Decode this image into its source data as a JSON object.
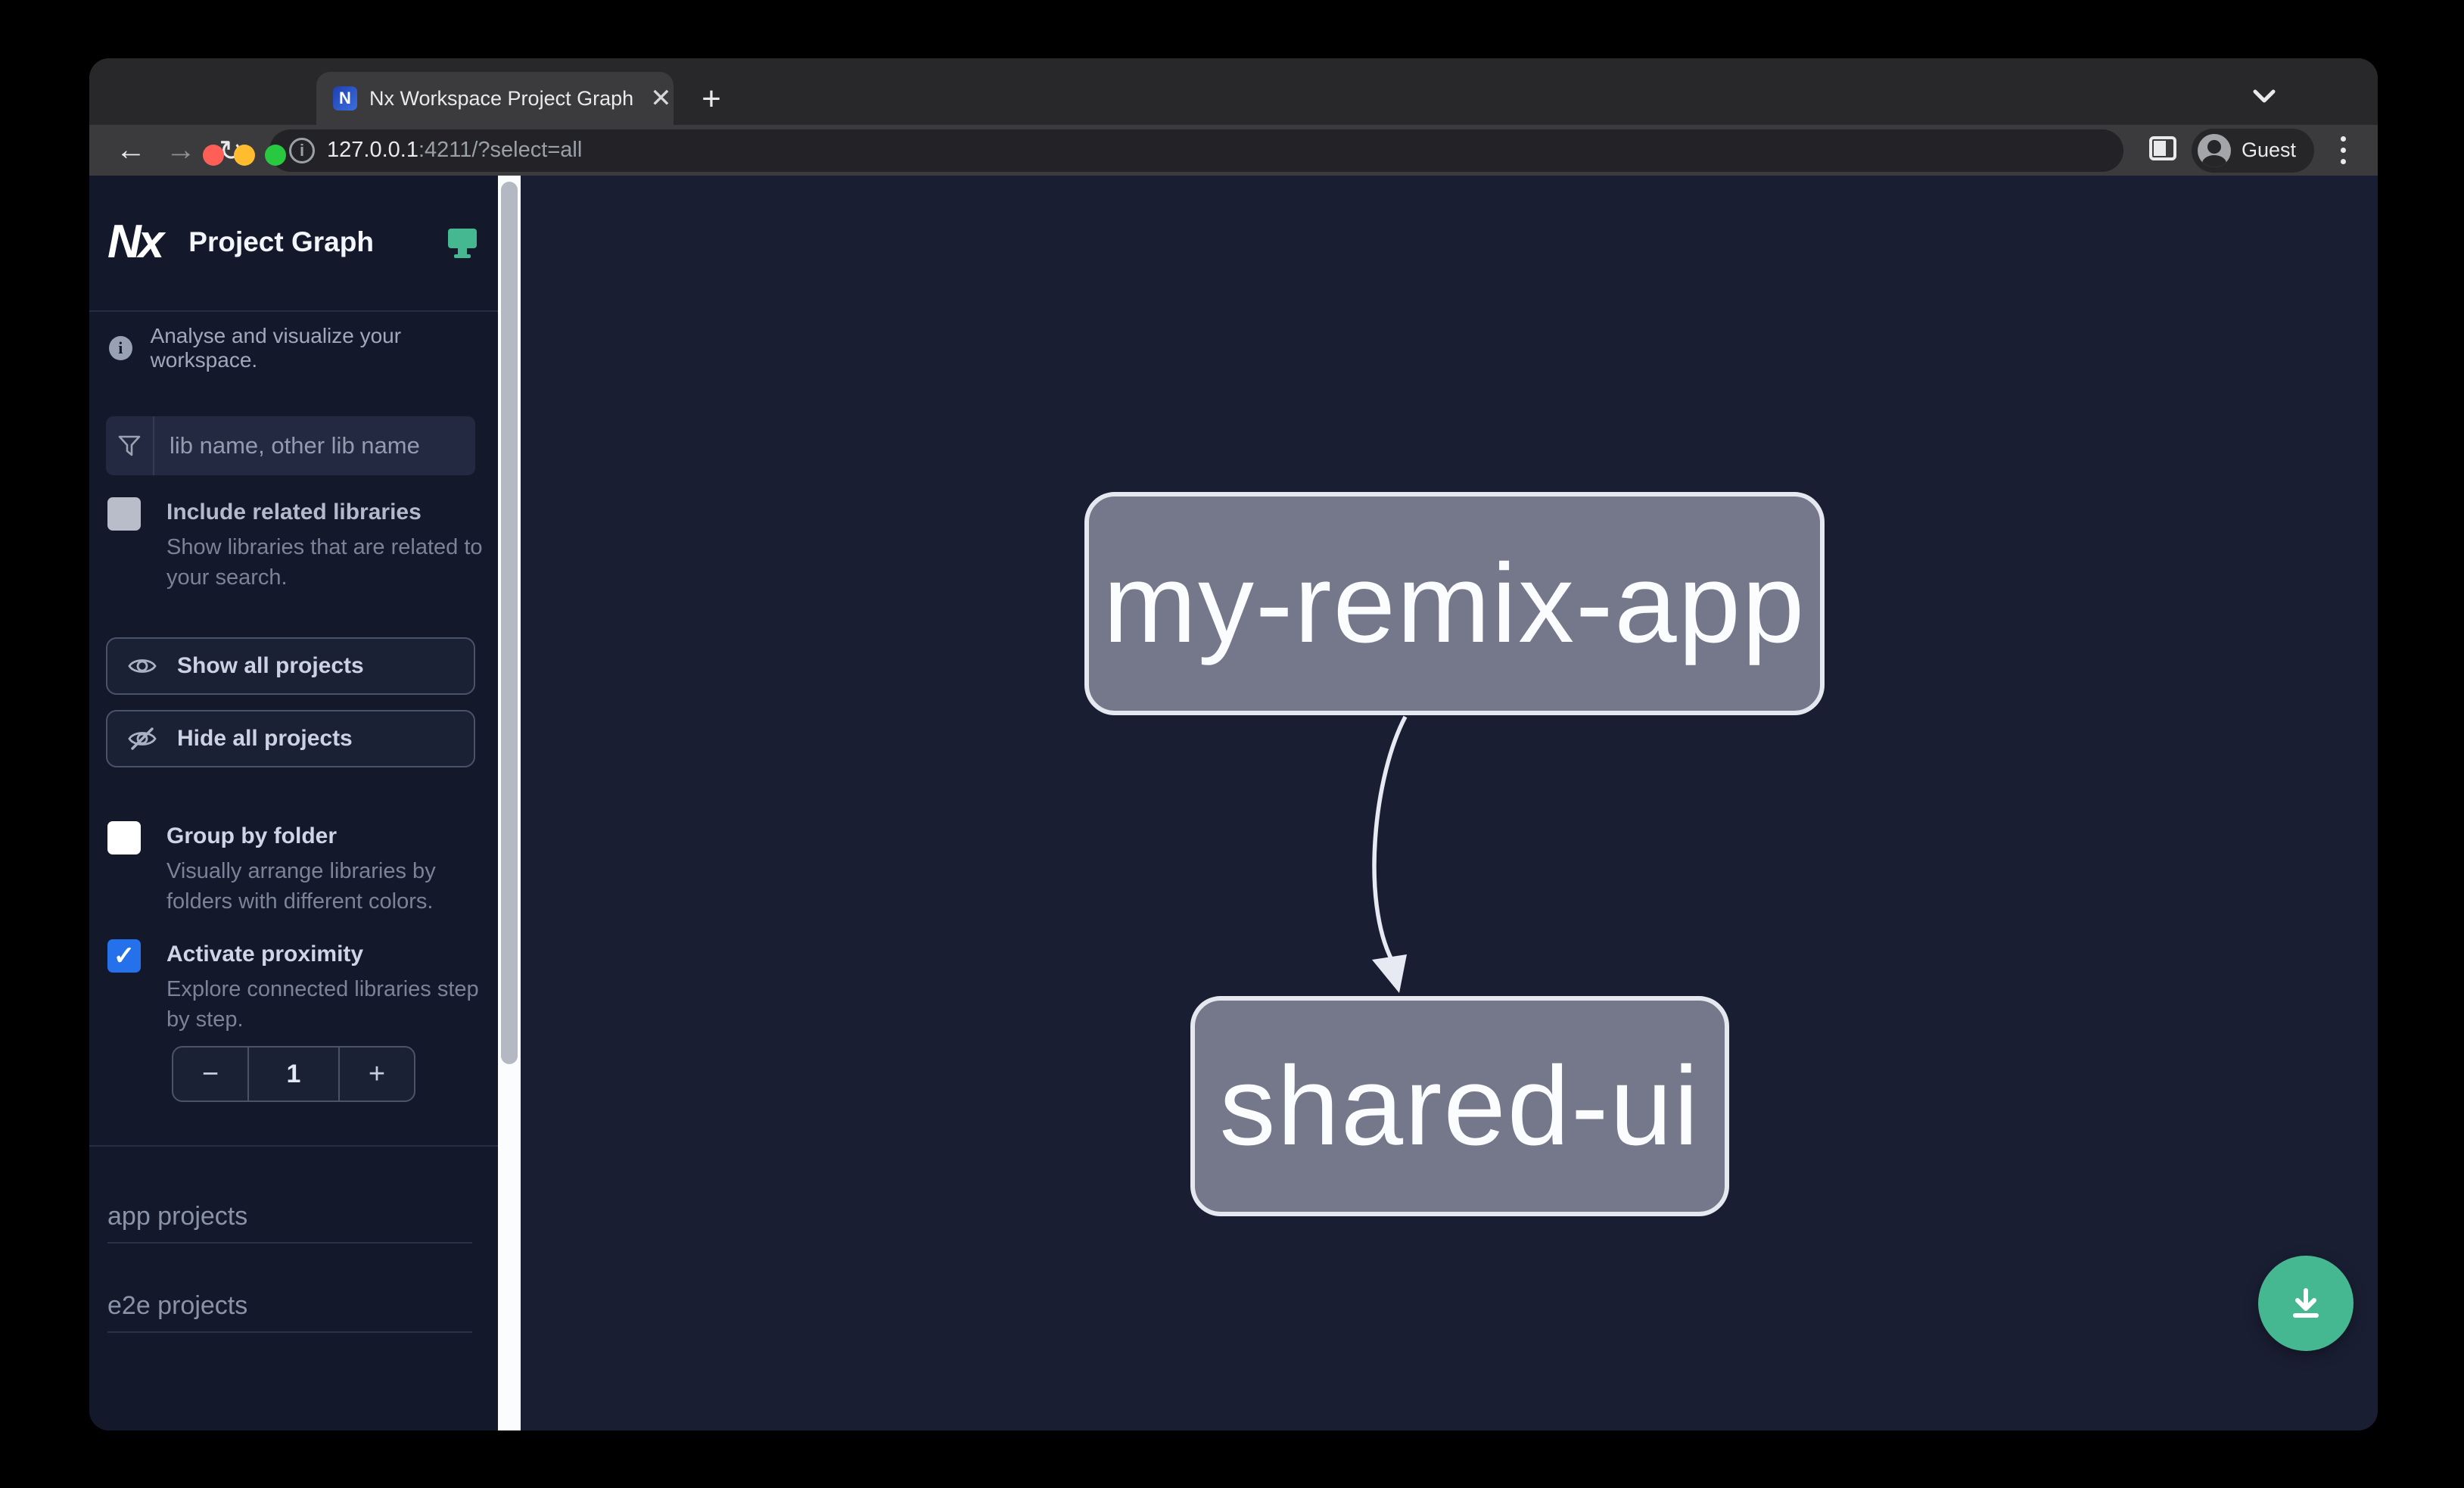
{
  "window": {
    "traffic_lights": [
      "close",
      "minimize",
      "zoom"
    ]
  },
  "browser": {
    "tab": {
      "title": "Nx Workspace Project Graph",
      "favicon_letter": "N"
    },
    "url": {
      "host": "127.0.0.1",
      "rest": ":4211/?select=all"
    },
    "profile_label": "Guest",
    "icons": {
      "back": "←",
      "forward": "→",
      "reload": "↻",
      "tab_close": "✕",
      "new_tab": "+",
      "info": "i"
    }
  },
  "sidebar": {
    "logo_text": "Nx",
    "app_title": "Project Graph",
    "tagline": "Analyse and visualize your workspace.",
    "filter": {
      "placeholder": "lib name, other lib name"
    },
    "options": [
      {
        "label": "Include related libraries",
        "description": "Show libraries that are related to your search.",
        "checked": false,
        "disabled": true
      },
      {
        "label": "Group by folder",
        "description": "Visually arrange libraries by folders with different colors.",
        "checked": false,
        "disabled": false
      },
      {
        "label": "Activate proximity",
        "description": "Explore connected libraries step by step.",
        "checked": true,
        "disabled": false,
        "check_glyph": "✓"
      }
    ],
    "buttons": [
      {
        "label": "Show all projects"
      },
      {
        "label": "Hide all projects"
      }
    ],
    "stepper": {
      "decrement": "−",
      "value": "1",
      "increment": "+"
    },
    "sections": [
      {
        "label": "app projects"
      },
      {
        "label": "e2e projects"
      }
    ]
  },
  "graph": {
    "nodes": [
      {
        "label": "my-remix-app",
        "type": "app"
      },
      {
        "label": "shared-ui",
        "type": "lib"
      }
    ],
    "edges": [
      {
        "source": "my-remix-app",
        "target": "shared-ui"
      }
    ]
  },
  "colors": {
    "accent_teal": "#45b892",
    "checkbox_blue": "#2570eb",
    "node_fill": "#74788a",
    "node_border": "#e6e8f0",
    "canvas_bg": "#1a1e33",
    "sidebar_bg": "#14182b",
    "chrome_bg": "#3b3b3e",
    "tabstrip_bg": "#28282b"
  }
}
